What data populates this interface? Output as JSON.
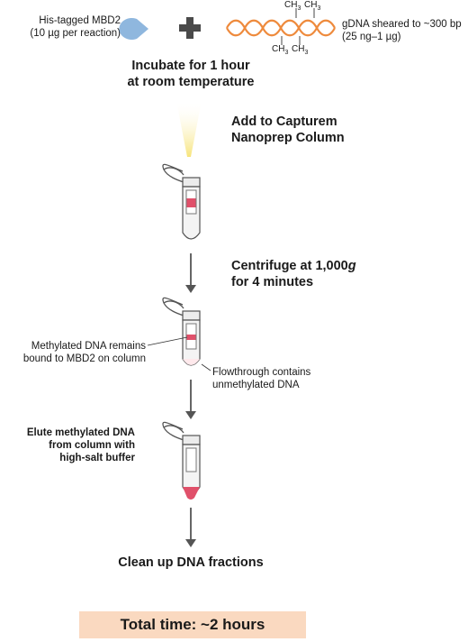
{
  "reagents": {
    "mbd2_label": "His-tagged MBD2",
    "mbd2_amount": "(10 µg per reaction)",
    "gdna_label": "gDNA sheared to ~300 bp",
    "gdna_amount": "(25 ng–1 µg)",
    "methyl_group": "CH",
    "methyl_subscript": "3"
  },
  "steps": {
    "incubate_line1": "Incubate for 1 hour",
    "incubate_line2": "at room temperature",
    "add_line1": "Add to Capturem",
    "add_line2": "Nanoprep Column",
    "centrifuge_line1_prefix": "Centrifuge at 1,000",
    "centrifuge_line1_unit": "g",
    "centrifuge_line2": "for 4 minutes",
    "methylated_line1": "Methylated DNA remains",
    "methylated_line2": "bound to MBD2 on column",
    "flowthrough_line1": "Flowthrough contains",
    "flowthrough_line2": "unmethylated DNA",
    "elute_line1": "Elute methylated DNA",
    "elute_line2": "from column with",
    "elute_line3": "high-salt buffer",
    "cleanup": "Clean up DNA fractions"
  },
  "total_time": "Total time: ~2 hours",
  "colors": {
    "protein_blue": "#8fb7de",
    "dna_orange": "#ee8a3c",
    "sample_red": "#e0506a",
    "arrow_gray": "#555555",
    "glow_yellow": "#f7e47a",
    "total_bg": "#fad9c0"
  }
}
